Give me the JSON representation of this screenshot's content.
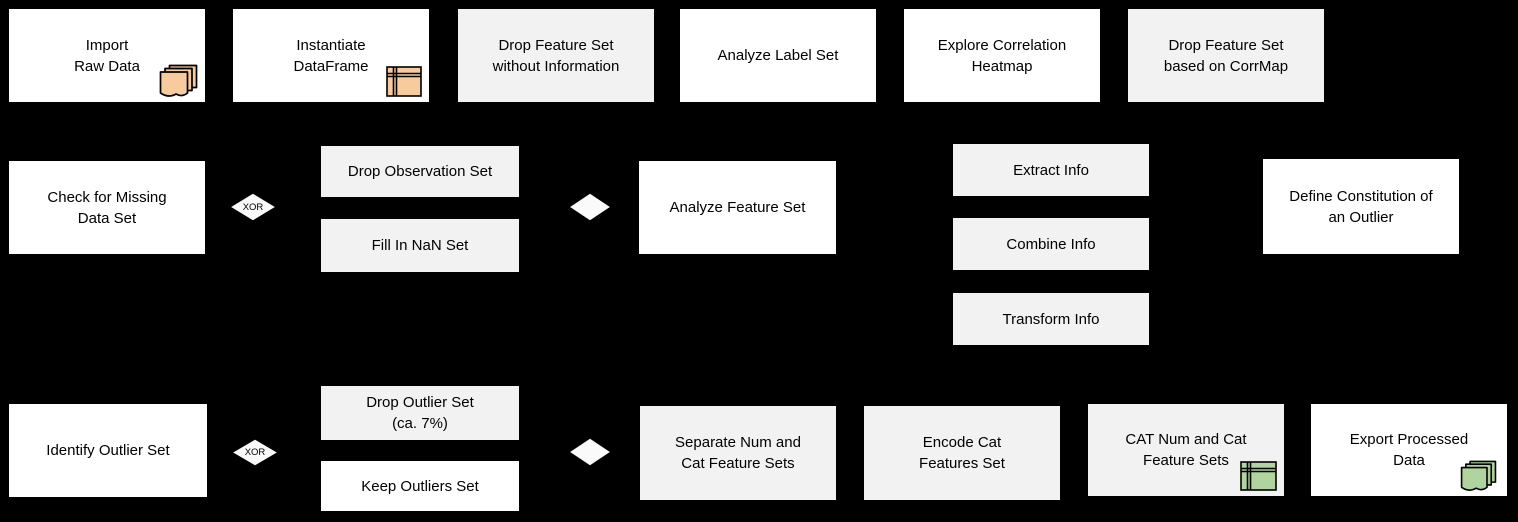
{
  "colors": {
    "background": "#000000",
    "node_white": "#ffffff",
    "node_gray": "#f2f2f2",
    "border": "#000000",
    "icon_orange": "#f8cb9e",
    "icon_green": "#b0d49e"
  },
  "nodes": {
    "import_raw_data": {
      "label": "Import\nRaw Data"
    },
    "instantiate_dataframe": {
      "label": "Instantiate\nDataFrame"
    },
    "drop_feature_no_info": {
      "label": "Drop Feature Set\nwithout Information"
    },
    "analyze_label_set": {
      "label": "Analyze Label Set"
    },
    "explore_corr_heatmap": {
      "label": "Explore Correlation\nHeatmap"
    },
    "drop_feature_corrmap": {
      "label": "Drop Feature Set\nbased on CorrMap"
    },
    "check_missing_data": {
      "label": "Check for Missing\nData Set"
    },
    "drop_observation_set": {
      "label": "Drop Observation Set"
    },
    "fill_in_nan_set": {
      "label": "Fill In NaN Set"
    },
    "analyze_feature_set": {
      "label": "Analyze Feature Set"
    },
    "extract_info": {
      "label": "Extract Info"
    },
    "combine_info": {
      "label": "Combine Info"
    },
    "transform_info": {
      "label": "Transform Info"
    },
    "define_outlier_constitution": {
      "label": "Define Constitution of\nan Outlier"
    },
    "identify_outlier_set": {
      "label": "Identify Outlier Set"
    },
    "drop_outlier_set": {
      "label": "Drop Outlier Set\n(ca. 7%)"
    },
    "keep_outliers_set": {
      "label": "Keep Outliers Set"
    },
    "separate_num_cat": {
      "label": "Separate Num and\nCat Feature Sets"
    },
    "encode_cat_features": {
      "label": "Encode Cat\nFeatures Set"
    },
    "cat_num_cat_features": {
      "label": "CAT Num and Cat\nFeature Sets"
    },
    "export_processed_data": {
      "label": "Export Processed\nData"
    }
  },
  "gateways": {
    "xor_missing": {
      "label": "XOR"
    },
    "merge_missing": {
      "label": ""
    },
    "xor_outlier": {
      "label": "XOR"
    },
    "merge_outlier": {
      "label": ""
    }
  },
  "icons": {
    "import_raw_data": "stacked-documents-icon",
    "instantiate_dataframe": "dataframe-table-icon",
    "cat_num_cat_features": "dataframe-table-icon",
    "export_processed_data": "stacked-documents-icon"
  }
}
